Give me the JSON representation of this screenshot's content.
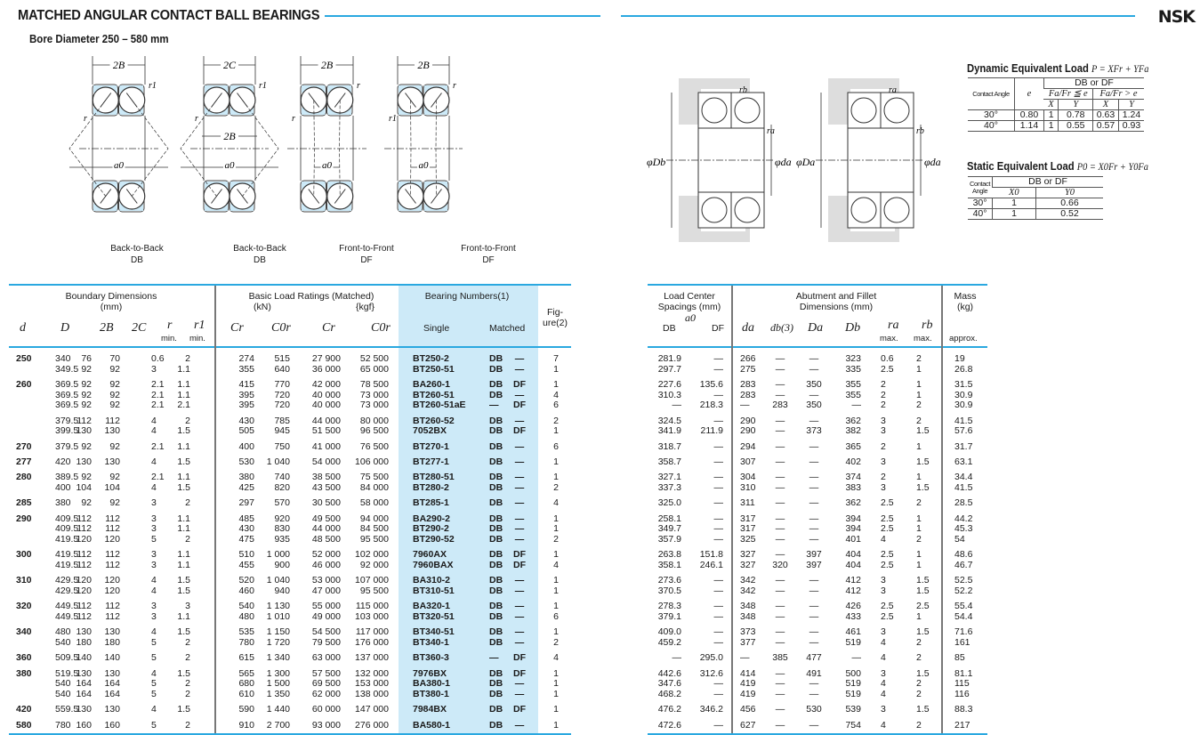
{
  "header": {
    "title": "MATCHED ANGULAR CONTACT BALL BEARINGS",
    "subtitle": "Bore Diameter   250 – 580 mm",
    "brand": "NSK",
    "accent_color": "#2aa8e0",
    "band_color": "#cdeaf8"
  },
  "diagrams": [
    {
      "top": "2B",
      "mid": "",
      "r_side": "r",
      "r_corner": "r1",
      "a0": "a0",
      "caption1": "Back-to-Back",
      "caption2": "DB"
    },
    {
      "top": "2C",
      "mid": "2B",
      "r_side": "r",
      "r_corner": "r1",
      "a0": "a0",
      "caption1": "Back-to-Back",
      "caption2": "DB"
    },
    {
      "top": "2B",
      "mid": "",
      "r_side": "r",
      "r_corner": "r",
      "a0": "a0",
      "caption1": "Front-to-Front",
      "caption2": "DF"
    },
    {
      "top": "2B",
      "mid": "",
      "r_side": "r1",
      "r_corner": "r",
      "a0": "a0",
      "caption1": "Front-to-Front",
      "caption2": "DF"
    }
  ],
  "mounting": {
    "left": {
      "corner": "rb",
      "inner": "ra",
      "outer_dia": "φDb",
      "shaft_dia": "φda"
    },
    "right": {
      "corner": "ra",
      "inner": "rb",
      "outer_dia": "φDa",
      "shaft_dia": "φda"
    }
  },
  "dynamic": {
    "title": "Dynamic Equivalent Load",
    "formula": "P = XFr + YFa",
    "contact_angle": "Contact Angle",
    "e": "e",
    "db_or_df": "DB or DF",
    "cond1": "Fa/Fr ≦ e",
    "cond2": "Fa/Fr > e",
    "x": "X",
    "y": "Y",
    "rows": [
      [
        "30°",
        "0.80",
        "1",
        "0.78",
        "0.63",
        "1.24"
      ],
      [
        "40°",
        "1.14",
        "1",
        "0.55",
        "0.57",
        "0.93"
      ]
    ]
  },
  "static": {
    "title": "Static Equivalent Load",
    "formula": "P0 = X0Fr + Y0Fa",
    "contact_angle": "Contact Angle",
    "db_or_df": "DB or DF",
    "x0": "X0",
    "y0": "Y0",
    "rows": [
      [
        "30°",
        "1",
        "0.66"
      ],
      [
        "40°",
        "1",
        "0.52"
      ]
    ]
  },
  "table_left": {
    "boundary": "Boundary Dimensions",
    "boundary_unit": "(mm)",
    "load": "Basic Load Ratings (Matched)",
    "kn": "(kN)",
    "kgf": "{kgf}",
    "bearing_numbers": "Bearing Numbers(1)",
    "figure": "Fig-\nure(2)",
    "cols": [
      "d",
      "D",
      "2B",
      "2C",
      "r",
      "r1",
      "Cr",
      "C0r",
      "Cr",
      "C0r",
      "Single",
      "Matched"
    ],
    "min": "min."
  },
  "table_right": {
    "load_center": "Load Center\nSpacings (mm)",
    "a0": "a0",
    "abutment": "Abutment and Fillet\nDimensions (mm)",
    "mass": "Mass\n(kg)",
    "cols": [
      "DB",
      "DF",
      "da",
      "db(3)",
      "Da",
      "Db",
      "ra",
      "rb"
    ],
    "max": "max.",
    "approx": "approx."
  },
  "rows": [
    {
      "g": 1,
      "v": [
        "250",
        "340",
        "76",
        "70",
        "0.6",
        "2",
        "274",
        "515",
        "27 900",
        "52 500",
        "BT250-2",
        "DB",
        "—",
        "7",
        "281.9",
        "—",
        "266",
        "—",
        "—",
        "323",
        "0.6",
        "2",
        "19"
      ]
    },
    {
      "v": [
        "",
        "349.5",
        "92",
        "92",
        "3",
        "1.1",
        "355",
        "640",
        "36 000",
        "65 000",
        "BT250-51",
        "DB",
        "—",
        "1",
        "297.7",
        "—",
        "275",
        "—",
        "—",
        "335",
        "2.5",
        "1",
        "26.8"
      ]
    },
    {
      "g": 1,
      "v": [
        "260",
        "369.5",
        "92",
        "92",
        "2.1",
        "1.1",
        "415",
        "770",
        "42 000",
        "78 500",
        "BA260-1",
        "DB",
        "DF",
        "1",
        "227.6",
        "135.6",
        "283",
        "—",
        "350",
        "355",
        "2",
        "1",
        "31.5"
      ]
    },
    {
      "v": [
        "",
        "369.5",
        "92",
        "92",
        "2.1",
        "1.1",
        "395",
        "720",
        "40 000",
        "73 000",
        "BT260-51",
        "DB",
        "—",
        "4",
        "310.3",
        "—",
        "283",
        "—",
        "—",
        "355",
        "2",
        "1",
        "30.9"
      ]
    },
    {
      "v": [
        "",
        "369.5",
        "92",
        "92",
        "2.1",
        "2.1",
        "395",
        "720",
        "40 000",
        "73 000",
        "BT260-51aE",
        "—",
        "DF",
        "6",
        "—",
        "218.3",
        "—",
        "283",
        "350",
        "—",
        "2",
        "2",
        "30.9"
      ]
    },
    {
      "g": 1,
      "v": [
        "",
        "379.5",
        "112",
        "112",
        "4",
        "2",
        "430",
        "785",
        "44 000",
        "80 000",
        "BT260-52",
        "DB",
        "—",
        "2",
        "324.5",
        "—",
        "290",
        "—",
        "—",
        "362",
        "3",
        "2",
        "41.5"
      ]
    },
    {
      "v": [
        "",
        "399.5",
        "130",
        "130",
        "4",
        "1.5",
        "505",
        "945",
        "51 500",
        "96 500",
        "7052BX",
        "DB",
        "DF",
        "1",
        "341.9",
        "211.9",
        "290",
        "—",
        "373",
        "382",
        "3",
        "1.5",
        "57.6"
      ]
    },
    {
      "g": 1,
      "v": [
        "270",
        "379.5",
        "92",
        "92",
        "2.1",
        "1.1",
        "400",
        "750",
        "41 000",
        "76 500",
        "BT270-1",
        "DB",
        "—",
        "6",
        "318.7",
        "—",
        "294",
        "—",
        "—",
        "365",
        "2",
        "1",
        "31.7"
      ]
    },
    {
      "g": 1,
      "v": [
        "277",
        "420",
        "130",
        "130",
        "4",
        "1.5",
        "530",
        "1 040",
        "54 000",
        "106 000",
        "BT277-1",
        "DB",
        "—",
        "1",
        "358.7",
        "—",
        "307",
        "—",
        "—",
        "402",
        "3",
        "1.5",
        "63.1"
      ]
    },
    {
      "g": 1,
      "v": [
        "280",
        "389.5",
        "92",
        "92",
        "2.1",
        "1.1",
        "380",
        "740",
        "38 500",
        "75 500",
        "BT280-51",
        "DB",
        "—",
        "1",
        "327.1",
        "—",
        "304",
        "—",
        "—",
        "374",
        "2",
        "1",
        "34.4"
      ]
    },
    {
      "v": [
        "",
        "400",
        "104",
        "104",
        "4",
        "1.5",
        "425",
        "820",
        "43 500",
        "84 000",
        "BT280-2",
        "DB",
        "—",
        "2",
        "337.3",
        "—",
        "310",
        "—",
        "—",
        "383",
        "3",
        "1.5",
        "41.5"
      ]
    },
    {
      "g": 1,
      "v": [
        "285",
        "380",
        "92",
        "92",
        "3",
        "2",
        "297",
        "570",
        "30 500",
        "58 000",
        "BT285-1",
        "DB",
        "—",
        "4",
        "325.0",
        "—",
        "311",
        "—",
        "—",
        "362",
        "2.5",
        "2",
        "28.5"
      ]
    },
    {
      "g": 1,
      "v": [
        "290",
        "409.5",
        "112",
        "112",
        "3",
        "1.1",
        "485",
        "920",
        "49 500",
        "94 000",
        "BA290-2",
        "DB",
        "—",
        "1",
        "258.1",
        "—",
        "317",
        "—",
        "—",
        "394",
        "2.5",
        "1",
        "44.2"
      ]
    },
    {
      "v": [
        "",
        "409.5",
        "112",
        "112",
        "3",
        "1.1",
        "430",
        "830",
        "44 000",
        "84 500",
        "BT290-2",
        "DB",
        "—",
        "1",
        "349.7",
        "—",
        "317",
        "—",
        "—",
        "394",
        "2.5",
        "1",
        "45.3"
      ]
    },
    {
      "v": [
        "",
        "419.5",
        "120",
        "120",
        "5",
        "2",
        "475",
        "935",
        "48 500",
        "95 500",
        "BT290-52",
        "DB",
        "—",
        "2",
        "357.9",
        "—",
        "325",
        "—",
        "—",
        "401",
        "4",
        "2",
        "54"
      ]
    },
    {
      "g": 1,
      "v": [
        "300",
        "419.5",
        "112",
        "112",
        "3",
        "1.1",
        "510",
        "1 000",
        "52 000",
        "102 000",
        "7960AX",
        "DB",
        "DF",
        "1",
        "263.8",
        "151.8",
        "327",
        "—",
        "397",
        "404",
        "2.5",
        "1",
        "48.6"
      ]
    },
    {
      "v": [
        "",
        "419.5",
        "112",
        "112",
        "3",
        "1.1",
        "455",
        "900",
        "46 000",
        "92 000",
        "7960BAX",
        "DB",
        "DF",
        "4",
        "358.1",
        "246.1",
        "327",
        "320",
        "397",
        "404",
        "2.5",
        "1",
        "46.7"
      ]
    },
    {
      "g": 1,
      "v": [
        "310",
        "429.5",
        "120",
        "120",
        "4",
        "1.5",
        "520",
        "1 040",
        "53 000",
        "107 000",
        "BA310-2",
        "DB",
        "—",
        "1",
        "273.6",
        "—",
        "342",
        "—",
        "—",
        "412",
        "3",
        "1.5",
        "52.5"
      ]
    },
    {
      "v": [
        "",
        "429.5",
        "120",
        "120",
        "4",
        "1.5",
        "460",
        "940",
        "47 000",
        "95 500",
        "BT310-51",
        "DB",
        "—",
        "1",
        "370.5",
        "—",
        "342",
        "—",
        "—",
        "412",
        "3",
        "1.5",
        "52.2"
      ]
    },
    {
      "g": 1,
      "v": [
        "320",
        "449.5",
        "112",
        "112",
        "3",
        "3",
        "540",
        "1 130",
        "55 000",
        "115 000",
        "BA320-1",
        "DB",
        "—",
        "1",
        "278.3",
        "—",
        "348",
        "—",
        "—",
        "426",
        "2.5",
        "2.5",
        "55.4"
      ]
    },
    {
      "v": [
        "",
        "449.5",
        "112",
        "112",
        "3",
        "1.1",
        "480",
        "1 010",
        "49 000",
        "103 000",
        "BT320-51",
        "DB",
        "—",
        "6",
        "379.1",
        "—",
        "348",
        "—",
        "—",
        "433",
        "2.5",
        "1",
        "54.4"
      ]
    },
    {
      "g": 1,
      "v": [
        "340",
        "480",
        "130",
        "130",
        "4",
        "1.5",
        "535",
        "1 150",
        "54 500",
        "117 000",
        "BT340-51",
        "DB",
        "—",
        "1",
        "409.0",
        "—",
        "373",
        "—",
        "—",
        "461",
        "3",
        "1.5",
        "71.6"
      ]
    },
    {
      "v": [
        "",
        "540",
        "180",
        "180",
        "5",
        "2",
        "780",
        "1 720",
        "79 500",
        "176 000",
        "BT340-1",
        "DB",
        "—",
        "2",
        "459.2",
        "—",
        "377",
        "—",
        "—",
        "519",
        "4",
        "2",
        "161"
      ]
    },
    {
      "g": 1,
      "v": [
        "360",
        "509.5",
        "140",
        "140",
        "5",
        "2",
        "615",
        "1 340",
        "63 000",
        "137 000",
        "BT360-3",
        "—",
        "DF",
        "4",
        "—",
        "295.0",
        "—",
        "385",
        "477",
        "—",
        "4",
        "2",
        "85"
      ]
    },
    {
      "g": 1,
      "v": [
        "380",
        "519.5",
        "130",
        "130",
        "4",
        "1.5",
        "565",
        "1 300",
        "57 500",
        "132 000",
        "7976BX",
        "DB",
        "DF",
        "1",
        "442.6",
        "312.6",
        "414",
        "—",
        "491",
        "500",
        "3",
        "1.5",
        "81.1"
      ]
    },
    {
      "v": [
        "",
        "540",
        "164",
        "164",
        "5",
        "2",
        "680",
        "1 500",
        "69 500",
        "153 000",
        "BA380-1",
        "DB",
        "—",
        "1",
        "347.6",
        "—",
        "419",
        "—",
        "—",
        "519",
        "4",
        "2",
        "115"
      ]
    },
    {
      "v": [
        "",
        "540",
        "164",
        "164",
        "5",
        "2",
        "610",
        "1 350",
        "62 000",
        "138 000",
        "BT380-1",
        "DB",
        "—",
        "1",
        "468.2",
        "—",
        "419",
        "—",
        "—",
        "519",
        "4",
        "2",
        "116"
      ]
    },
    {
      "g": 1,
      "v": [
        "420",
        "559.5",
        "130",
        "130",
        "4",
        "1.5",
        "590",
        "1 440",
        "60 000",
        "147 000",
        "7984BX",
        "DB",
        "DF",
        "1",
        "476.2",
        "346.2",
        "456",
        "—",
        "530",
        "539",
        "3",
        "1.5",
        "88.3"
      ]
    },
    {
      "g": 1,
      "v": [
        "580",
        "780",
        "160",
        "160",
        "5",
        "2",
        "910",
        "2 700",
        "93 000",
        "276 000",
        "BA580-1",
        "DB",
        "—",
        "1",
        "472.6",
        "—",
        "627",
        "—",
        "—",
        "754",
        "4",
        "2",
        "217"
      ]
    }
  ]
}
